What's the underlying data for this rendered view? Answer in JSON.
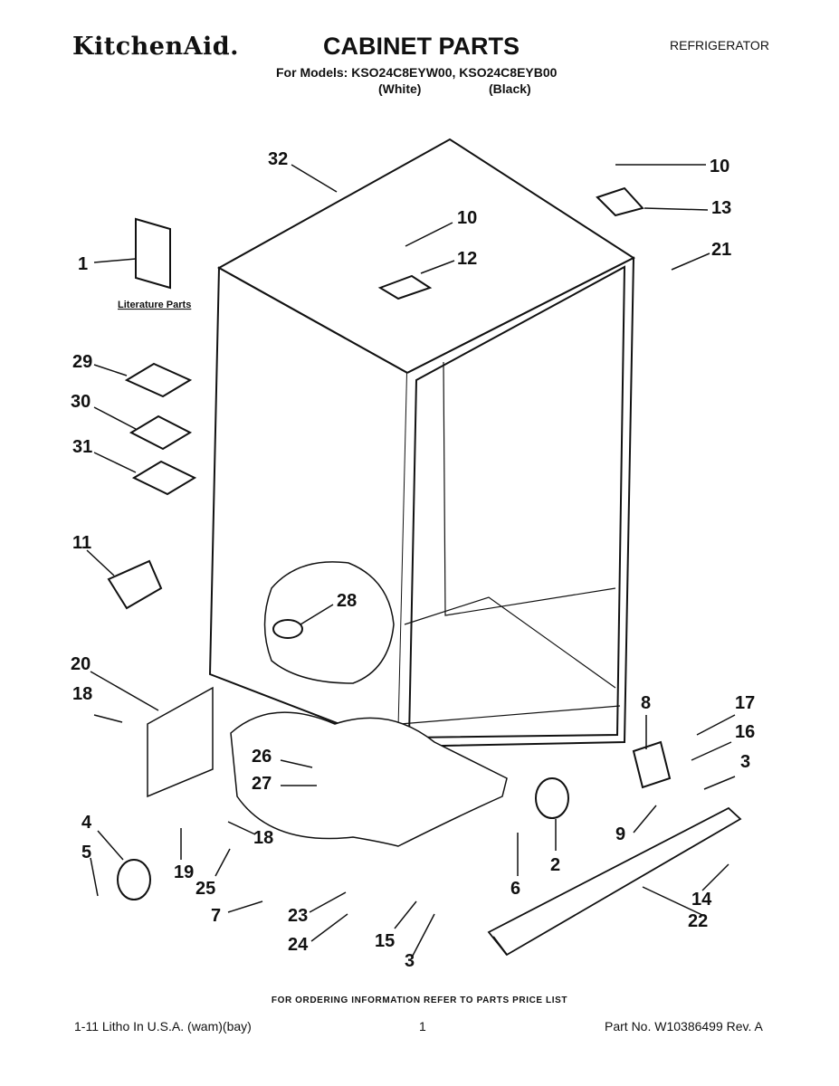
{
  "header": {
    "brand": "KitchenAid.",
    "title": "CABINET PARTS",
    "category": "REFRIGERATOR",
    "models": "For Models: KSO24C8EYW00, KSO24C8EYB00",
    "color_white": "(White)",
    "color_black": "(Black)"
  },
  "diagram": {
    "literature_label": "Literature Parts",
    "callouts": [
      "32",
      "10",
      "13",
      "21",
      "10",
      "12",
      "1",
      "29",
      "30",
      "31",
      "11",
      "28",
      "20",
      "18",
      "8",
      "17",
      "16",
      "3",
      "26",
      "27",
      "4",
      "18",
      "5",
      "19",
      "25",
      "7",
      "23",
      "24",
      "15",
      "3",
      "9",
      "2",
      "6",
      "14",
      "22"
    ]
  },
  "footer": {
    "ordering": "FOR ORDERING INFORMATION REFER TO PARTS PRICE LIST",
    "litho": "1-11 Litho In U.S.A. (wam)(bay)",
    "page": "1",
    "part_no": "Part No. W10386499 Rev. A"
  }
}
